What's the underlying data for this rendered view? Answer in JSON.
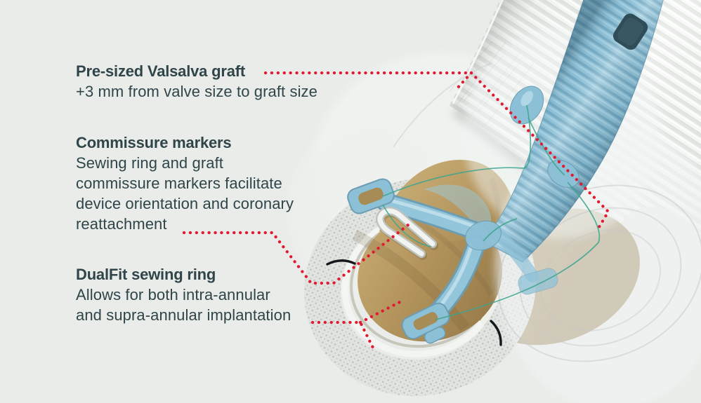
{
  "colors": {
    "background": "#e9ece9",
    "text": "#2f4549",
    "leader_red": "#e11931",
    "holder_blue": "#8cc0d6",
    "leaflet_tan": "#b3945c"
  },
  "annotations": [
    {
      "title": "Pre-sized Valsalva graft",
      "body": "+3 mm from valve size to graft size"
    },
    {
      "title": "Commissure markers",
      "body": "Sewing ring and graft\ncommissure markers facilitate\ndevice orientation and coronary\nreattachment"
    },
    {
      "title": "DualFit sewing ring",
      "body": "Allows for both intra-annular\nand supra-annular implantation"
    }
  ]
}
